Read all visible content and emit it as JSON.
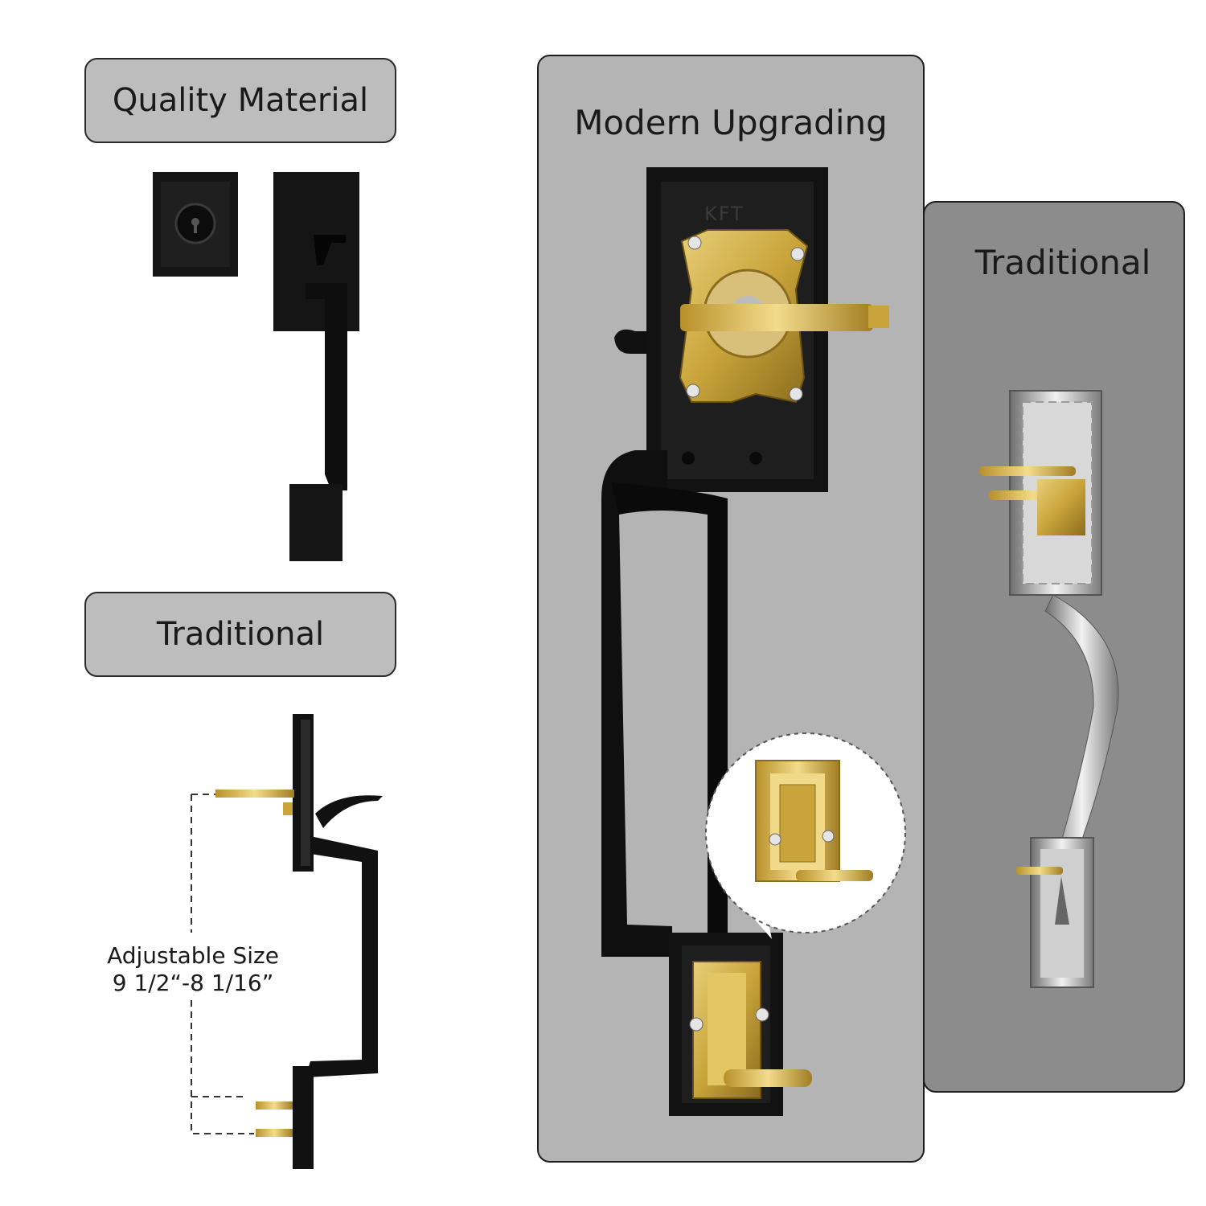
{
  "labels": {
    "quality_material": "Quality Material",
    "traditional_left": "Traditional",
    "modern_upgrading": "Modern Upgrading",
    "traditional_right": "Traditional",
    "plate_mark": "KFT"
  },
  "dimension": {
    "line1": "Adjustable Size",
    "line2": "9 1/2“-8 1/16”"
  },
  "colors": {
    "modern_panel": "#b4b4b4",
    "traditional_panel": "#8c8c8c",
    "label_box": "#bdbdbd",
    "hardware_black": "#111111",
    "brass": "#c9a43a",
    "chrome": "#c8c8c8"
  }
}
